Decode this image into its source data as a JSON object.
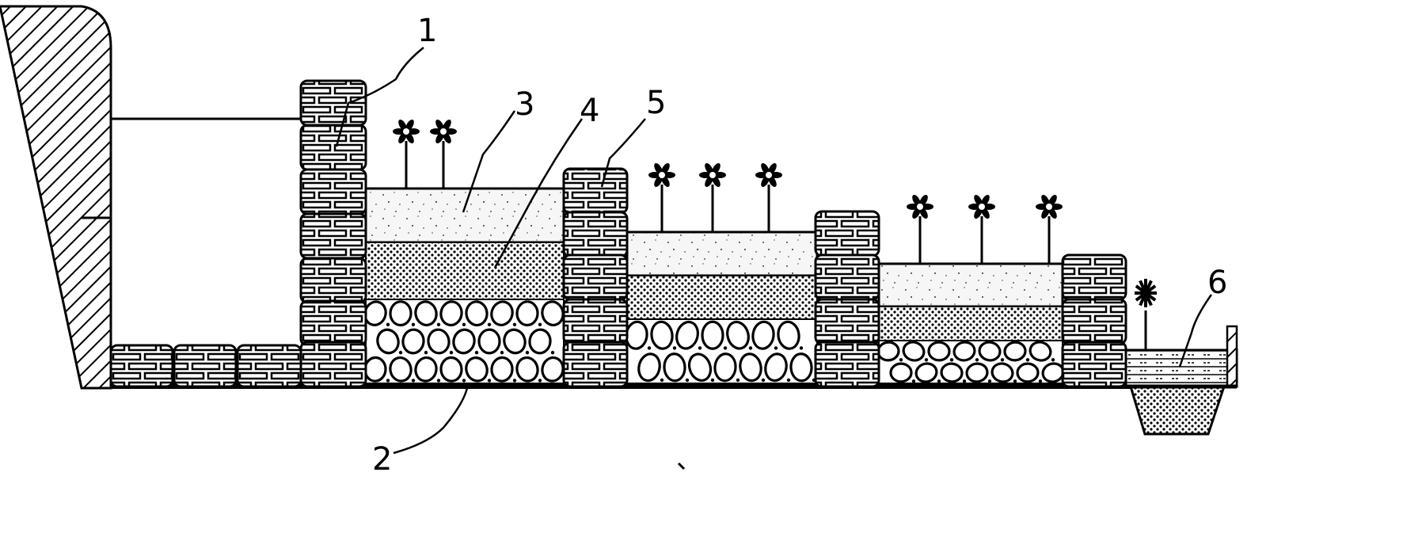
{
  "labels": [
    {
      "id": "wall",
      "text": "1"
    },
    {
      "id": "gravel",
      "text": "2"
    },
    {
      "id": "soil",
      "text": "3"
    },
    {
      "id": "sand",
      "text": "4"
    },
    {
      "id": "dam",
      "text": "5"
    },
    {
      "id": "ditch",
      "text": "6"
    }
  ],
  "colors": {
    "ink": "#000000",
    "paper": "#ffffff",
    "soil_fill": "#f4f4f4",
    "sand_fill": "#b8b8b8",
    "gravel_fill": "#d9d9d9",
    "brick_fill": "#ffffff",
    "hatch": "#000000"
  },
  "icons": {
    "plant": "plant-icon",
    "palm": "palm-icon"
  }
}
